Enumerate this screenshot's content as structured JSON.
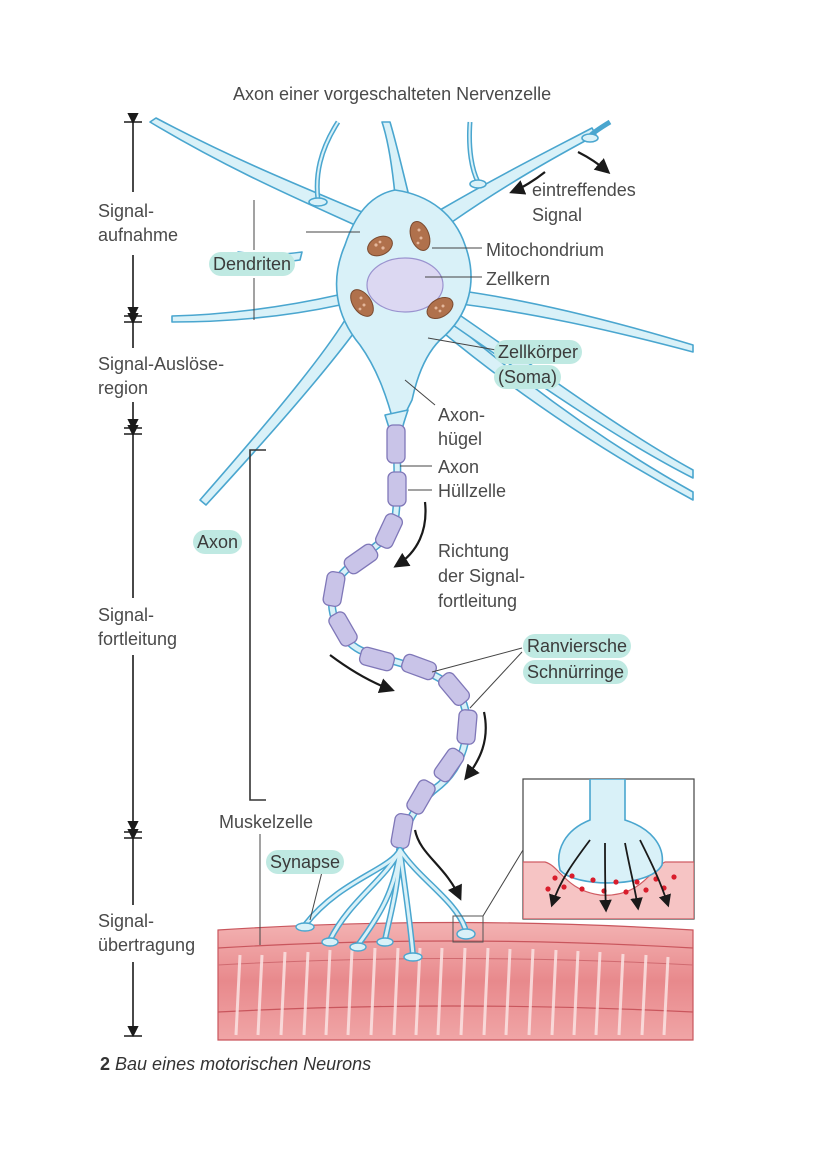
{
  "title": "Axon einer vorgeschalteten Nervenzelle",
  "phases": [
    {
      "line1": "Signal-",
      "line2": "aufnahme"
    },
    {
      "line1": "Signal-Auslöse-",
      "line2": "region"
    },
    {
      "line1": "Signal-",
      "line2": "fortleitung"
    },
    {
      "line1": "Signal-",
      "line2": "übertragung"
    }
  ],
  "labels": {
    "incoming_1": "eintreffendes",
    "incoming_2": "Signal",
    "mitochondrium": "Mitochondrium",
    "zellkern": "Zellkern",
    "axonhuegel_1": "Axon-",
    "axonhuegel_2": "hügel",
    "axon_small": "Axon",
    "huellzelle": "Hüllzelle",
    "richtung_1": "Richtung",
    "richtung_2": "der Signal-",
    "richtung_3": "fortleitung",
    "muskelzelle": "Muskelzelle"
  },
  "highlighted": {
    "dendriten": "Dendriten",
    "zellkoerper_1": "Zellkörper",
    "zellkoerper_2": "(Soma)",
    "axon": "Axon",
    "ranvier_1": "Ranviersche",
    "ranvier_2": "Schnürringe",
    "synapse": "Synapse"
  },
  "caption": {
    "number": "2",
    "text": "Bau eines motorischen Neurons"
  },
  "colors": {
    "neuron_fill": "#d9f1f8",
    "neuron_stroke": "#4aa6cf",
    "myelin_fill": "#c9c4e8",
    "myelin_stroke": "#7f77b8",
    "nucleus": "#dcd8f2",
    "mitochondrion": "#b0714c",
    "muscle": "#e8878a",
    "highlight": "#bfe9e2"
  }
}
